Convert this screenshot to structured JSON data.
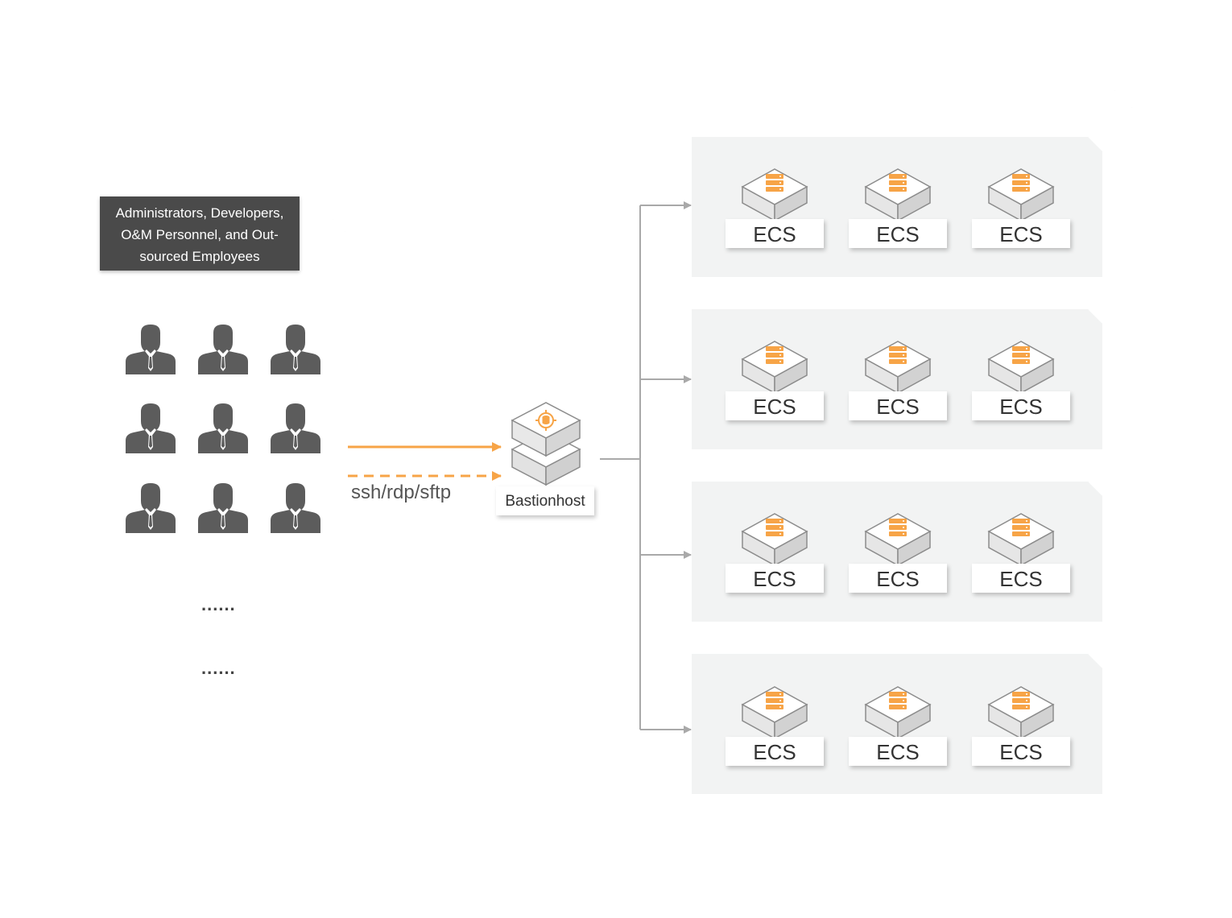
{
  "users_panel": {
    "title": "Administrators, Developers,\nO&M Personnel, and Out-\nsourced Employees",
    "icon": "person-icon",
    "ellipsis": [
      "......",
      "......"
    ]
  },
  "connection": {
    "protocol_label": "ssh/rdp/sftp",
    "color": "#f7a447"
  },
  "bastion": {
    "label": "Bastionhost",
    "icon": "bastionhost-icon"
  },
  "ecs_groups": [
    {
      "instances": [
        "ECS",
        "ECS",
        "ECS"
      ]
    },
    {
      "instances": [
        "ECS",
        "ECS",
        "ECS"
      ]
    },
    {
      "instances": [
        "ECS",
        "ECS",
        "ECS"
      ]
    },
    {
      "instances": [
        "ECS",
        "ECS",
        "ECS"
      ]
    }
  ],
  "colors": {
    "accent": "#f7a447",
    "dark_label": "#4a4a4a",
    "person": "#5c5c5c",
    "connector": "#a9a9a9",
    "group_bg": "#f2f3f3"
  }
}
